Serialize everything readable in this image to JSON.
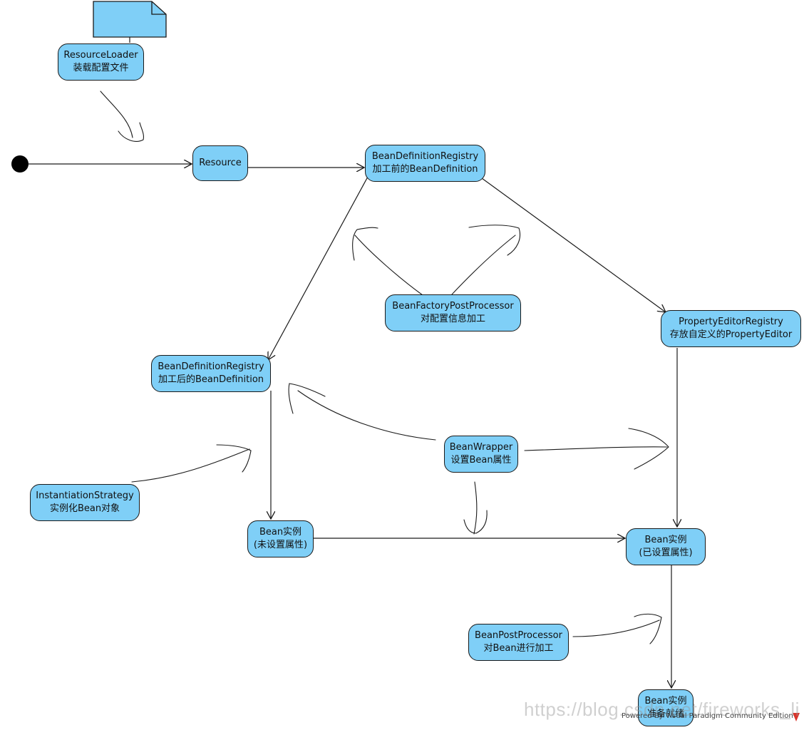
{
  "nodes": {
    "resource_loader": {
      "line1": "ResourceLoader",
      "line2": "装载配置文件"
    },
    "resource": {
      "line1": "Resource"
    },
    "bdr_before": {
      "line1": "BeanDefinitionRegistry",
      "line2": "加工前的BeanDefinition"
    },
    "bfpp": {
      "line1": "BeanFactoryPostProcessor",
      "line2": "对配置信息加工"
    },
    "per": {
      "line1": "PropertyEditorRegistry",
      "line2": "存放自定义的PropertyEditor"
    },
    "bdr_after": {
      "line1": "BeanDefinitionRegistry",
      "line2": "加工后的BeanDefinition"
    },
    "bean_wrapper": {
      "line1": "BeanWrapper",
      "line2": "设置Bean属性"
    },
    "inst_strategy": {
      "line1": "InstantiationStrategy",
      "line2": "实例化Bean对象"
    },
    "bean_unset": {
      "line1": "Bean实例",
      "line2": "(未设置属性)"
    },
    "bean_set": {
      "line1": "Bean实例",
      "line2": "(已设置属性)"
    },
    "bpp": {
      "line1": "BeanPostProcessor",
      "line2": "对Bean进行加工"
    },
    "bean_ready": {
      "line1": "Bean实例",
      "line2": "准备就绪"
    }
  },
  "watermark": "https://blog.csdn.net/fireworks_li",
  "footer": "Powered By Visual Paradigm Community Edition",
  "colors": {
    "node_fill": "#7fcff7",
    "stroke": "#1a1a1a",
    "logo": "#d9342b"
  }
}
